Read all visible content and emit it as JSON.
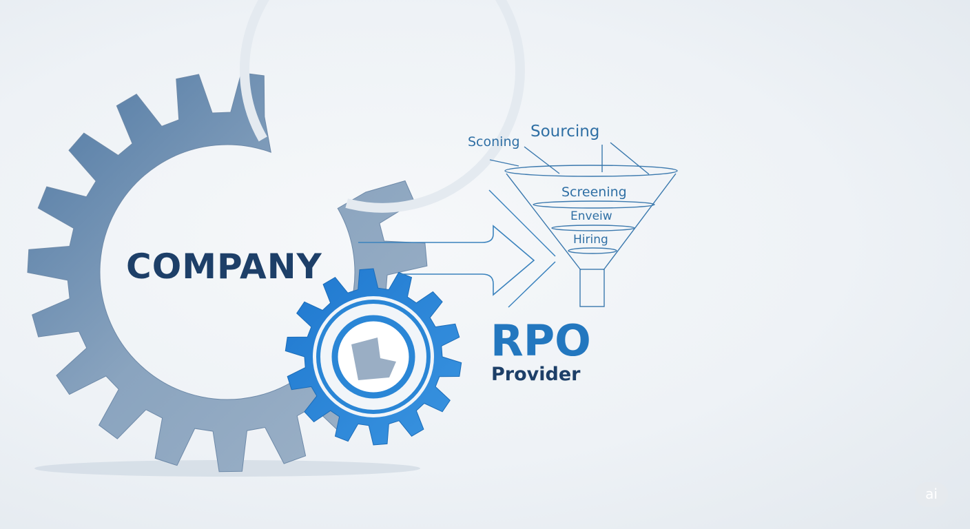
{
  "main": {
    "company": "COMPANY",
    "rpo": "RPO",
    "provider": "Provider"
  },
  "funnel": {
    "stages": [
      "Sourcing",
      "Sconing",
      "Screening",
      "Enveiw",
      "Hiring"
    ]
  },
  "watermark": "ai",
  "colors": {
    "gray_gear": "#7f9bb8",
    "blue_gear": "#2a86d6",
    "text_dark": "#1d3f68",
    "line": "#3a82bd"
  }
}
